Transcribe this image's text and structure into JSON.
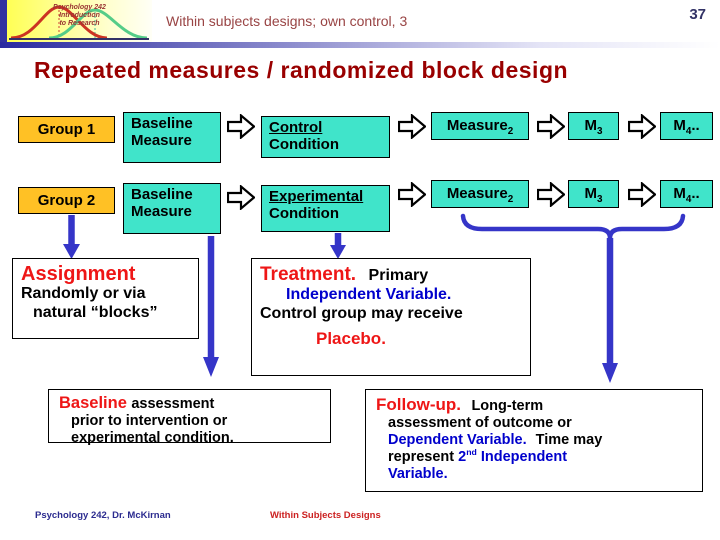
{
  "colors": {
    "group_box": "#ffc125",
    "teal_box": "#40e4ca",
    "arrow_blue": "#3535c8",
    "red_accent": "#ee1616",
    "blue_accent": "#0000cc",
    "title_red": "#990000",
    "page_number_navy": "#333366",
    "footer_blue": "#2b2b8f",
    "footer_red": "#cc2222"
  },
  "header": {
    "logo": {
      "line1": "Psychology 242",
      "line2": "Introduction",
      "line3": "to Research"
    },
    "title": "Within subjects designs; own control, 3",
    "page_number": "37"
  },
  "slide_title": "Repeated measures / randomized block design",
  "diagram": {
    "row1": {
      "group": "Group 1",
      "baseline": {
        "line1": "Baseline",
        "line2": "Measure"
      },
      "condition": {
        "line1": "Control",
        "line2": "Condition"
      },
      "measure2": {
        "base": "Measure",
        "sub": "2"
      },
      "m3": {
        "base": "M",
        "sub": "3"
      },
      "m4": {
        "base": "M",
        "sub": "4",
        "tail": ".."
      }
    },
    "row2": {
      "group": "Group 2",
      "baseline": {
        "line1": "Baseline",
        "line2": "Measure"
      },
      "condition": {
        "line1": "Experimental",
        "line2": "Condition"
      },
      "measure2": {
        "base": "Measure",
        "sub": "2"
      },
      "m3": {
        "base": "M",
        "sub": "3"
      },
      "m4": {
        "base": "M",
        "sub": "4",
        "tail": ".."
      }
    }
  },
  "callouts": {
    "assignment": {
      "title": "Assignment",
      "line1": "Randomly or via",
      "line2": "natural “blocks”"
    },
    "treatment": {
      "title": "Treatment.",
      "subtitle": "Primary",
      "line2": "Independent Variable.",
      "line3": "Control group may receive",
      "line4": "Placebo."
    },
    "baseline": {
      "title": "Baseline",
      "subtitle": "assessment",
      "line2": "prior to intervention or",
      "line3": "experimental condition."
    },
    "followup": {
      "title": "Follow-up.",
      "subtitle": "Long-term",
      "line2": "assessment of outcome or",
      "line3_blue": "Dependent Variable.",
      "line3_black": "Time may",
      "line4_black": "represent",
      "line4_blue_num": "2",
      "line4_blue_sup": "nd",
      "line4_blue_rest": "Independent",
      "line5_blue": "Variable."
    }
  },
  "footer": {
    "left": "Psychology 242, Dr. McKirnan",
    "center": "Within Subjects Designs"
  }
}
